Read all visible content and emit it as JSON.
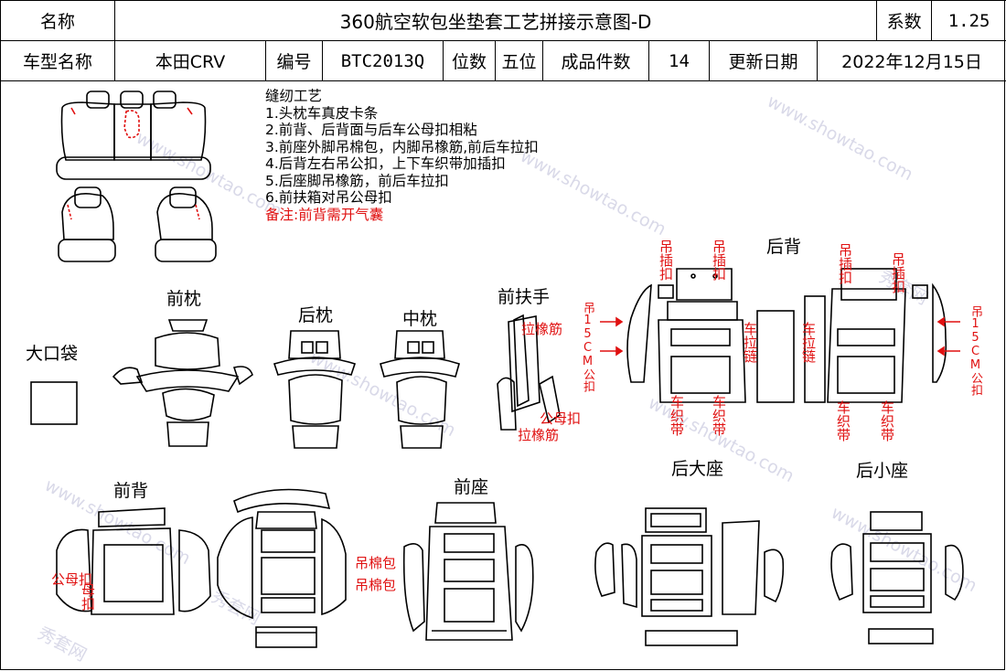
{
  "header": {
    "name_label": "名称",
    "title": "360航空软包坐垫套工艺拼接示意图-D",
    "coef_label": "系数",
    "coef_value": "1.25",
    "model_label": "车型名称",
    "model_value": "本田CRV",
    "code_label": "编号",
    "code_value": "BTC2013Q",
    "seats_label": "位数",
    "seats_value": "五位",
    "pieces_label": "成品件数",
    "pieces_value": "14",
    "date_label": "更新日期",
    "date_value": "2022年12月15日"
  },
  "notes": {
    "title": "缝纫工艺",
    "items": [
      "1.头枕车真皮卡条",
      "2.前背、后背面与后车公母扣相粘",
      "3.前座外脚吊棉包，内脚吊橡筋,前后车拉扣",
      "4.后背左右吊公扣，上下车织带加插扣",
      "5.后座脚吊橡筋，前后车拉扣",
      "6.前扶箱对吊公母扣"
    ],
    "remark": "备注:前背需开气囊"
  },
  "parts": {
    "bag": "大口袋",
    "front_headrest": "前枕",
    "rear_headrest": "后枕",
    "mid_headrest": "中枕",
    "front_armrest": "前扶手",
    "rear_back": "后背",
    "front_back": "前背",
    "front_seat": "前座",
    "rear_big_seat": "后大座",
    "rear_small_seat": "后小座"
  },
  "annotations": {
    "pull_elastic": "拉橡筋",
    "male_female_buckle": "公母扣",
    "pull_elastic_2": "拉橡筋",
    "hang_insert": "吊插扣",
    "car_zipper": "车拉链",
    "car_webbing": "车织带",
    "hang_15cm_male": "吊15CM公扣",
    "hang_cotton_pack": "吊棉包",
    "male_buckle": "公母扣",
    "female_buckle": "母扣"
  },
  "watermark": {
    "site": "www.showtao.com",
    "brand": "秀套网"
  }
}
